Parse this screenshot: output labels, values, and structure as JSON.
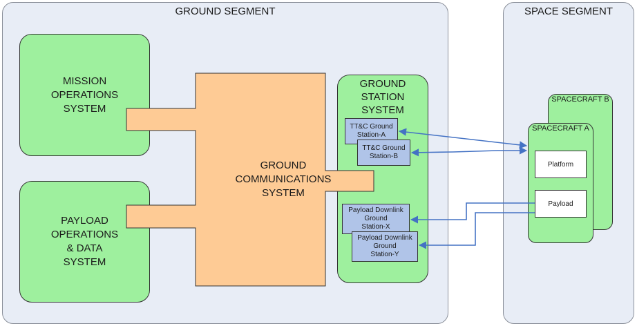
{
  "ground_segment": {
    "title": "GROUND SEGMENT"
  },
  "space_segment": {
    "title": "SPACE SEGMENT"
  },
  "mission_ops": {
    "lines": [
      "MISSION",
      "OPERATIONS",
      "SYSTEM"
    ]
  },
  "payload_ops": {
    "lines": [
      "PAYLOAD",
      "OPERATIONS",
      "& DATA",
      "SYSTEM"
    ]
  },
  "ground_comms": {
    "lines": [
      "GROUND",
      "COMMUNICATIONS",
      "SYSTEM"
    ]
  },
  "ground_station_system": {
    "lines": [
      "GROUND",
      "STATION",
      "SYSTEM"
    ]
  },
  "stations": {
    "ttc_a": [
      "TT&C Ground",
      "Station-A"
    ],
    "ttc_b": [
      "TT&C Ground",
      "Station-B"
    ],
    "payload_x": [
      "Payload Downlink",
      "Ground",
      "Station-X"
    ],
    "payload_y": [
      "Payload Downlink",
      "Ground",
      "Station-Y"
    ]
  },
  "spacecraft_a": {
    "title": "SPACECRAFT A",
    "platform": "Platform",
    "payload": "Payload"
  },
  "spacecraft_b": {
    "title": "SPACECRAFT B"
  },
  "colors": {
    "segment_bg": "#e8edf6",
    "system_green": "#9ef09e",
    "comms_orange": "#fecb95",
    "station_blue": "#b0c4e8",
    "arrow_blue": "#4472c4"
  }
}
